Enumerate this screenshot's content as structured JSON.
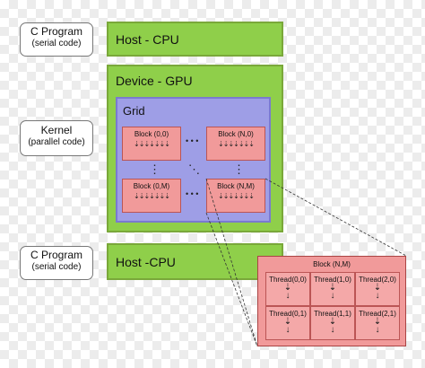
{
  "callouts": {
    "top": {
      "title": "C Program",
      "subtitle": "(serial code)"
    },
    "kernel": {
      "title": "Kernel",
      "subtitle": "(parallel code)"
    },
    "bottom": {
      "title": "C Program",
      "subtitle": "(serial code)"
    }
  },
  "host_top": {
    "label": "Host - CPU"
  },
  "device": {
    "label": "Device - GPU"
  },
  "grid": {
    "label": "Grid",
    "blocks": [
      "Block (0,0)",
      "Block (N,0)",
      "Block (0,M)",
      "Block (N,M)"
    ],
    "ellipsis_h": "• • •",
    "ellipsis_v": "⋮",
    "ellipsis_d": "⋱"
  },
  "host_bottom": {
    "label": "Host -CPU"
  },
  "zoom": {
    "title": "Block (N,M)",
    "threads": [
      "Thread(0,0)",
      "Thread(1,0)",
      "Thread(2,0)",
      "Thread(0,1)",
      "Thread(1,1)",
      "Thread(2,1)"
    ]
  },
  "colors": {
    "green": "#8fcf4a",
    "grid_blue": "#9e9ee6",
    "block_pink": "#f19a9a"
  }
}
